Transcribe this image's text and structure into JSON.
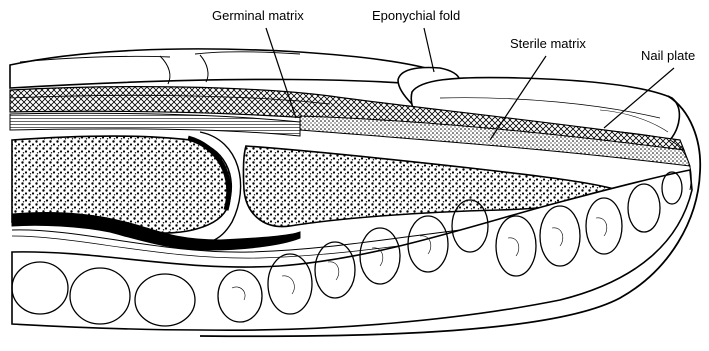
{
  "labels": {
    "germinal_matrix": "Germinal matrix",
    "eponychial_fold": "Eponychial fold",
    "sterile_matrix": "Sterile matrix",
    "nail_plate": "Nail plate"
  },
  "colors": {
    "ink": "#000000",
    "paper": "#ffffff"
  }
}
